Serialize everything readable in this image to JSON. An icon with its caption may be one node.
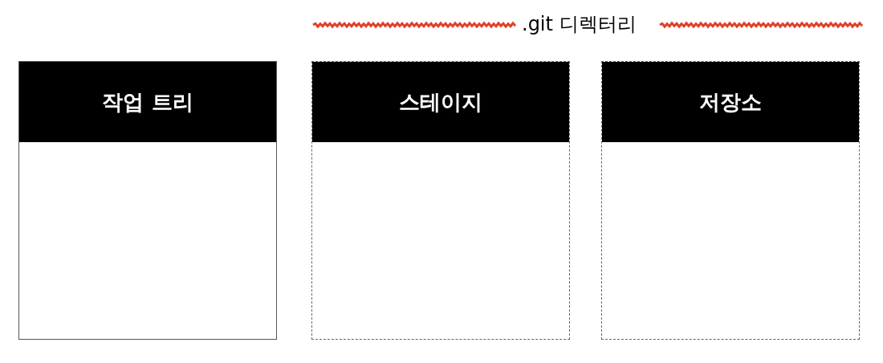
{
  "diagram": {
    "nodes": [
      {
        "text": [
          "작업 트리"
        ]
      },
      {
        "text": [
          "스테이지"
        ]
      },
      {
        "text": [
          "저장소"
        ]
      }
    ],
    "labels": [
      ".git 디렉터리"
    ]
  }
}
